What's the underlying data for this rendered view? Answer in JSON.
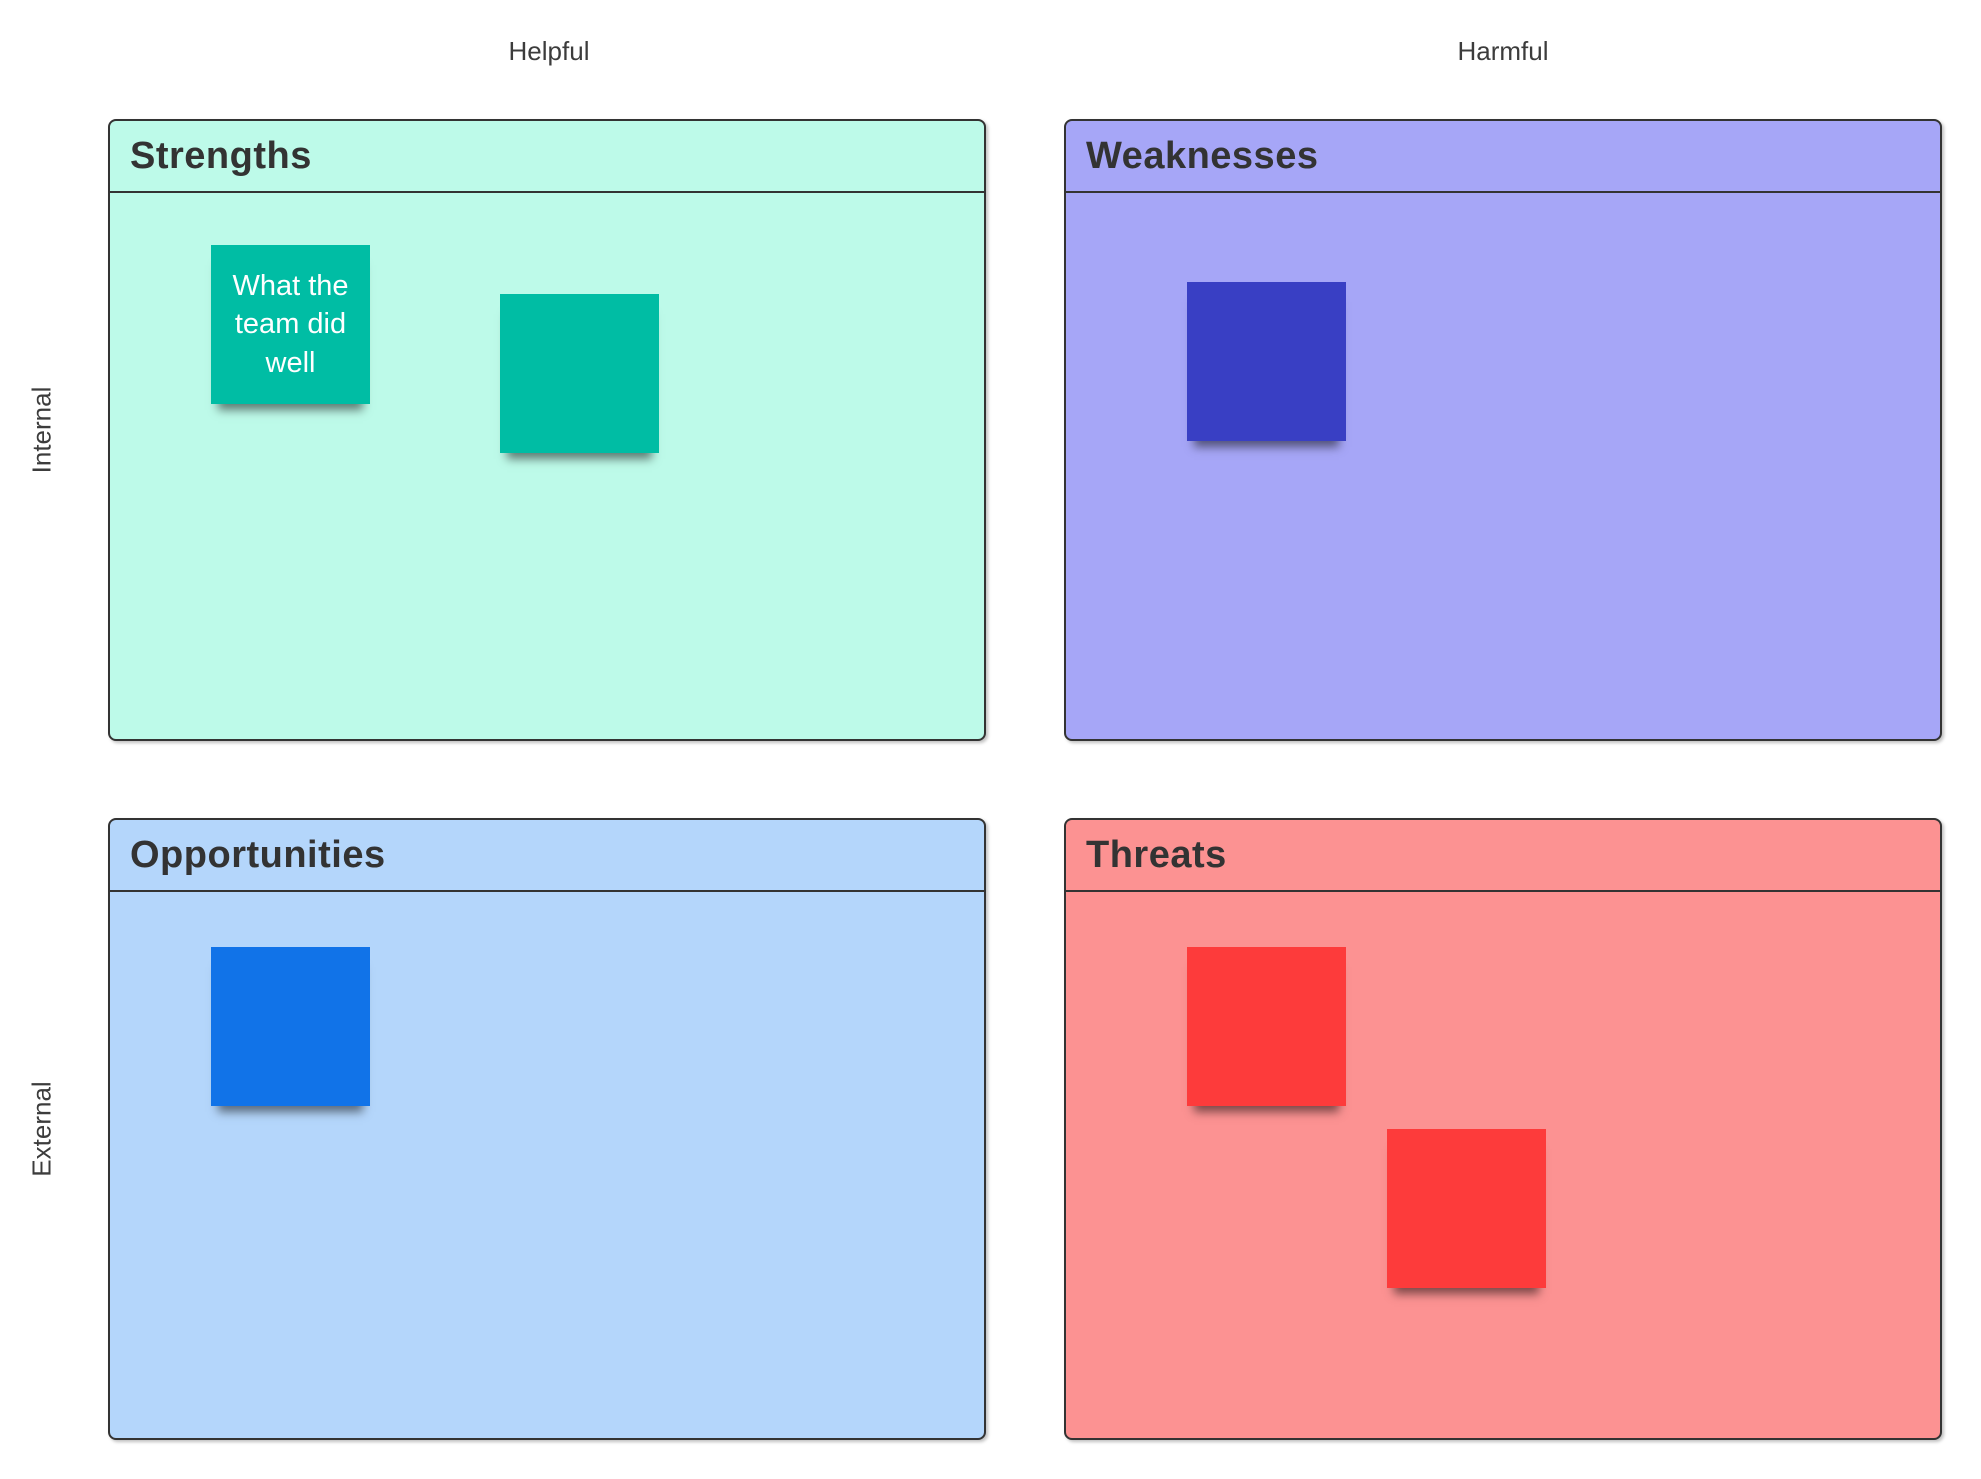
{
  "board": {
    "column_labels": [
      {
        "label": "Helpful"
      },
      {
        "label": "Harmful"
      }
    ],
    "row_labels": [
      {
        "label": "Internal"
      },
      {
        "label": "External"
      }
    ],
    "border_color": "#333333",
    "label_color": "#3c3c3c",
    "quadrants": [
      {
        "title": "Strengths",
        "fill": "#bdfae9",
        "notes": [
          {
            "text": "What the team did well",
            "color": "#00bda4"
          },
          {
            "text": "",
            "color": "#00bda4"
          }
        ]
      },
      {
        "title": "Weaknesses",
        "fill": "#a6a6f7",
        "notes": [
          {
            "text": "",
            "color": "#393fc4"
          }
        ]
      },
      {
        "title": "Opportunities",
        "fill": "#b4d6fb",
        "notes": [
          {
            "text": "",
            "color": "#1173e8"
          }
        ]
      },
      {
        "title": "Threats",
        "fill": "#fc9292",
        "notes": [
          {
            "text": "",
            "color": "#fd3b3b"
          },
          {
            "text": "",
            "color": "#fd3b3b"
          }
        ]
      }
    ]
  }
}
